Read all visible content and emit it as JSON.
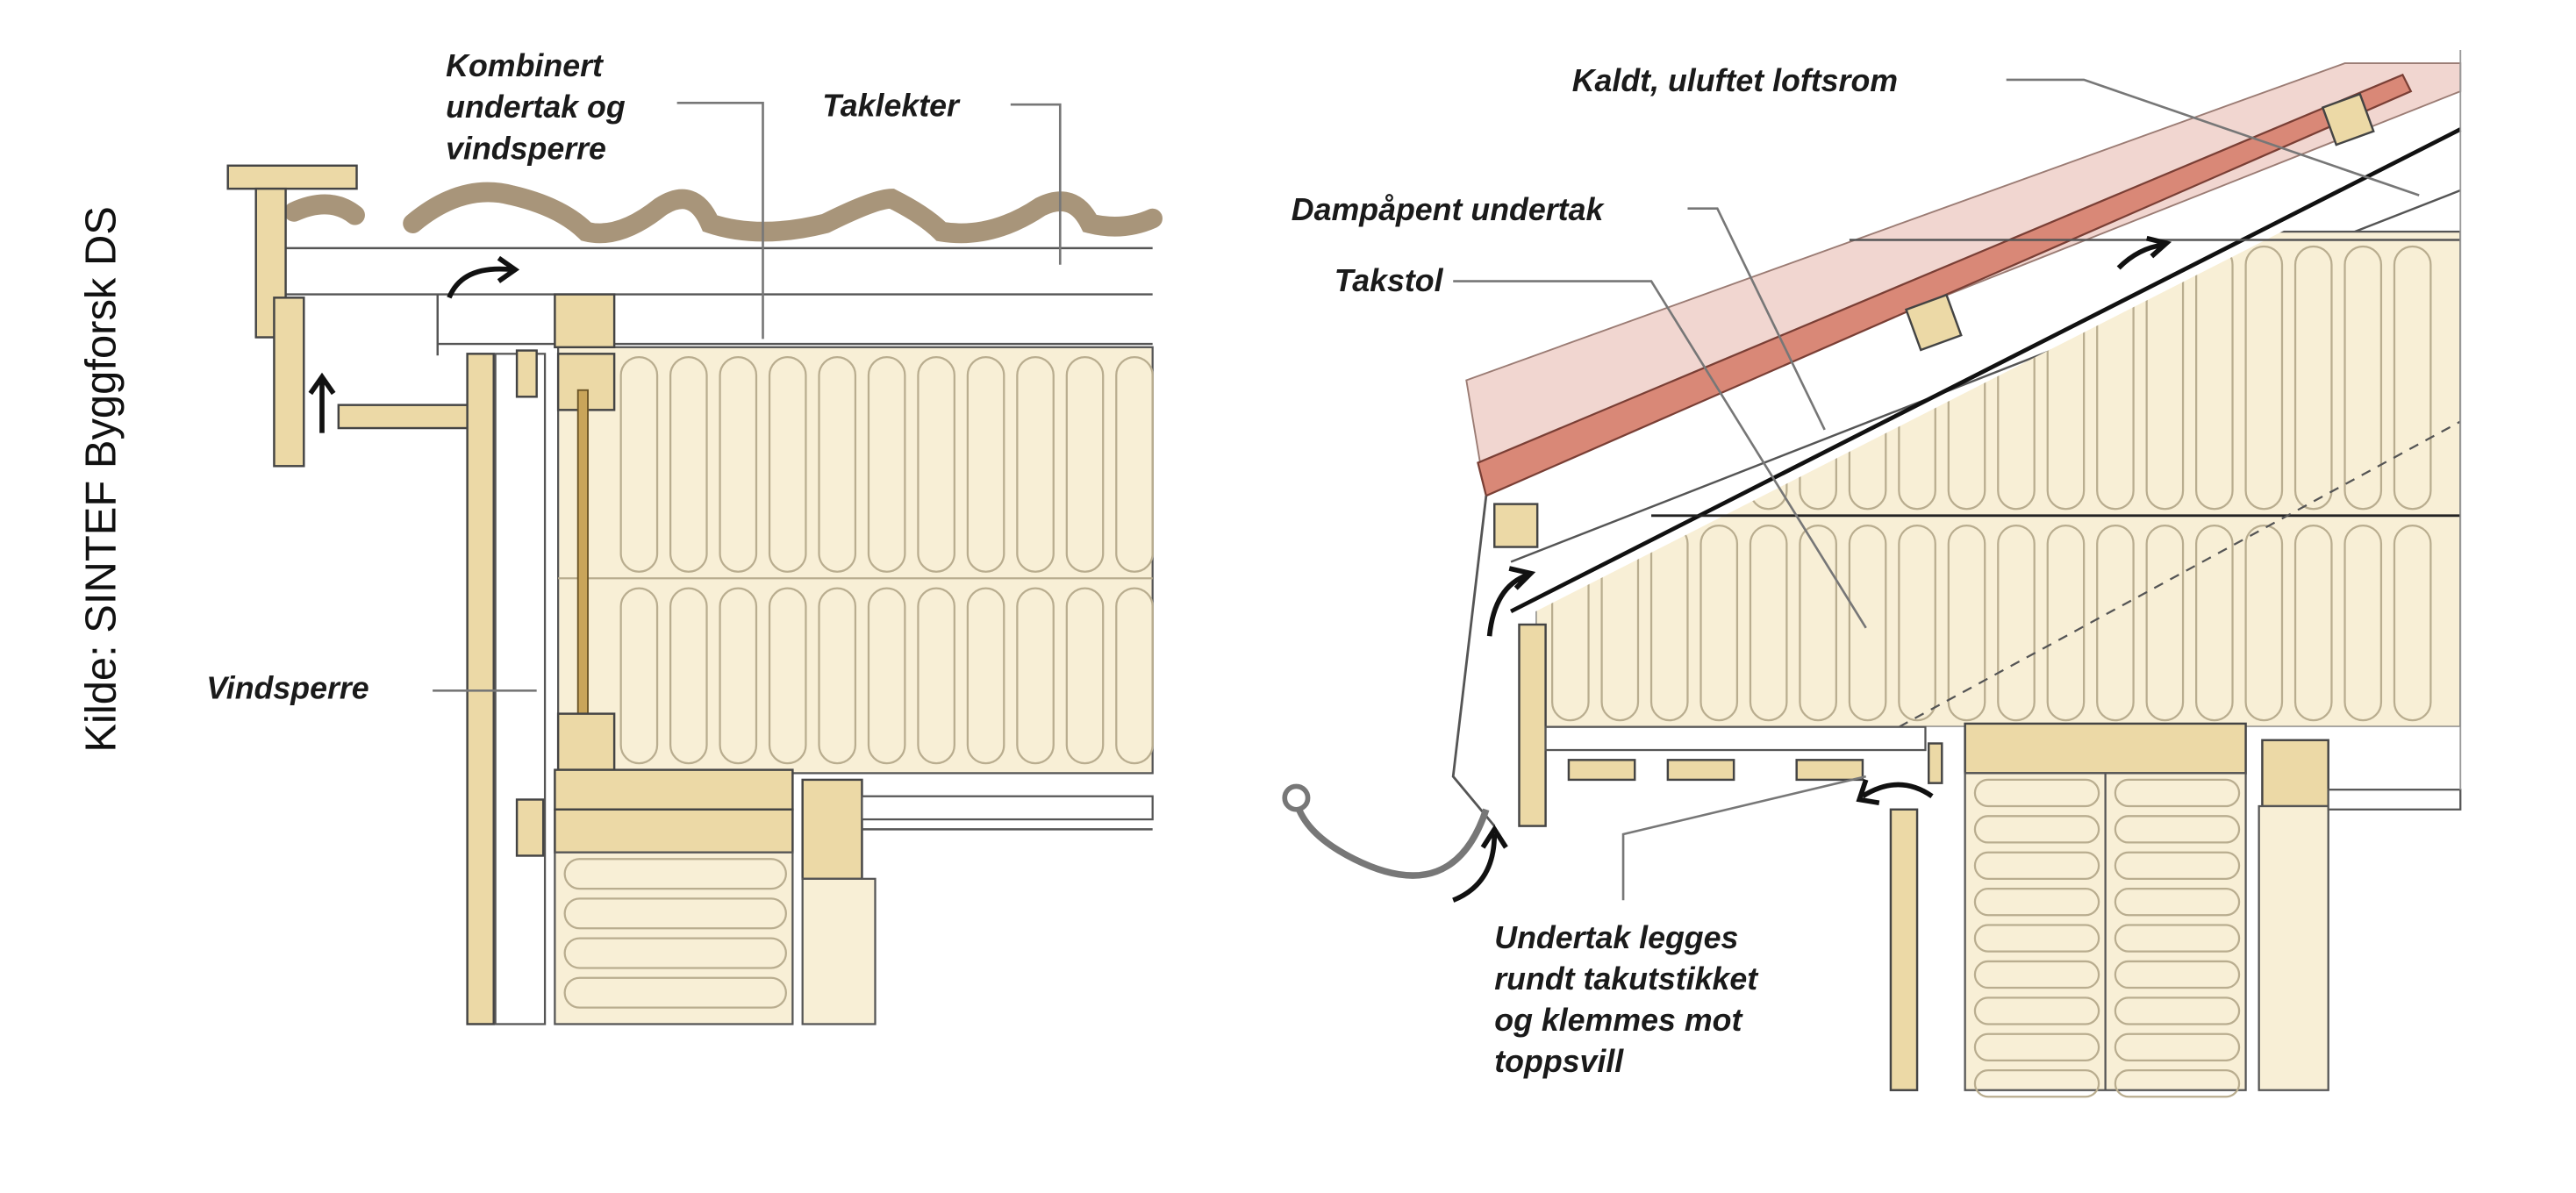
{
  "source_credit": "Kilde: SINTEF Byggforsk DS",
  "left_detail": {
    "labels": {
      "combined_underlay": [
        "Kombinert",
        "undertak og",
        "vindsperre"
      ],
      "battens": "Taklekter",
      "wind_barrier": "Vindsperre"
    }
  },
  "right_detail": {
    "labels": {
      "cold_attic": "Kaldt, uluftet loftsrom",
      "vapour_open_underlay": "Dampåpent undertak",
      "truss": "Takstol",
      "underlay_note": [
        "Undertak legges",
        "rundt takutstikket",
        "og klemmes mot",
        "toppsvill"
      ]
    }
  },
  "colors": {
    "insulation": "#f8efd6",
    "wood": "#ecd9a6",
    "tile_red": "#d98877",
    "tile_pink": "#f1d6d0",
    "concrete_tile": "#cdb89a"
  }
}
